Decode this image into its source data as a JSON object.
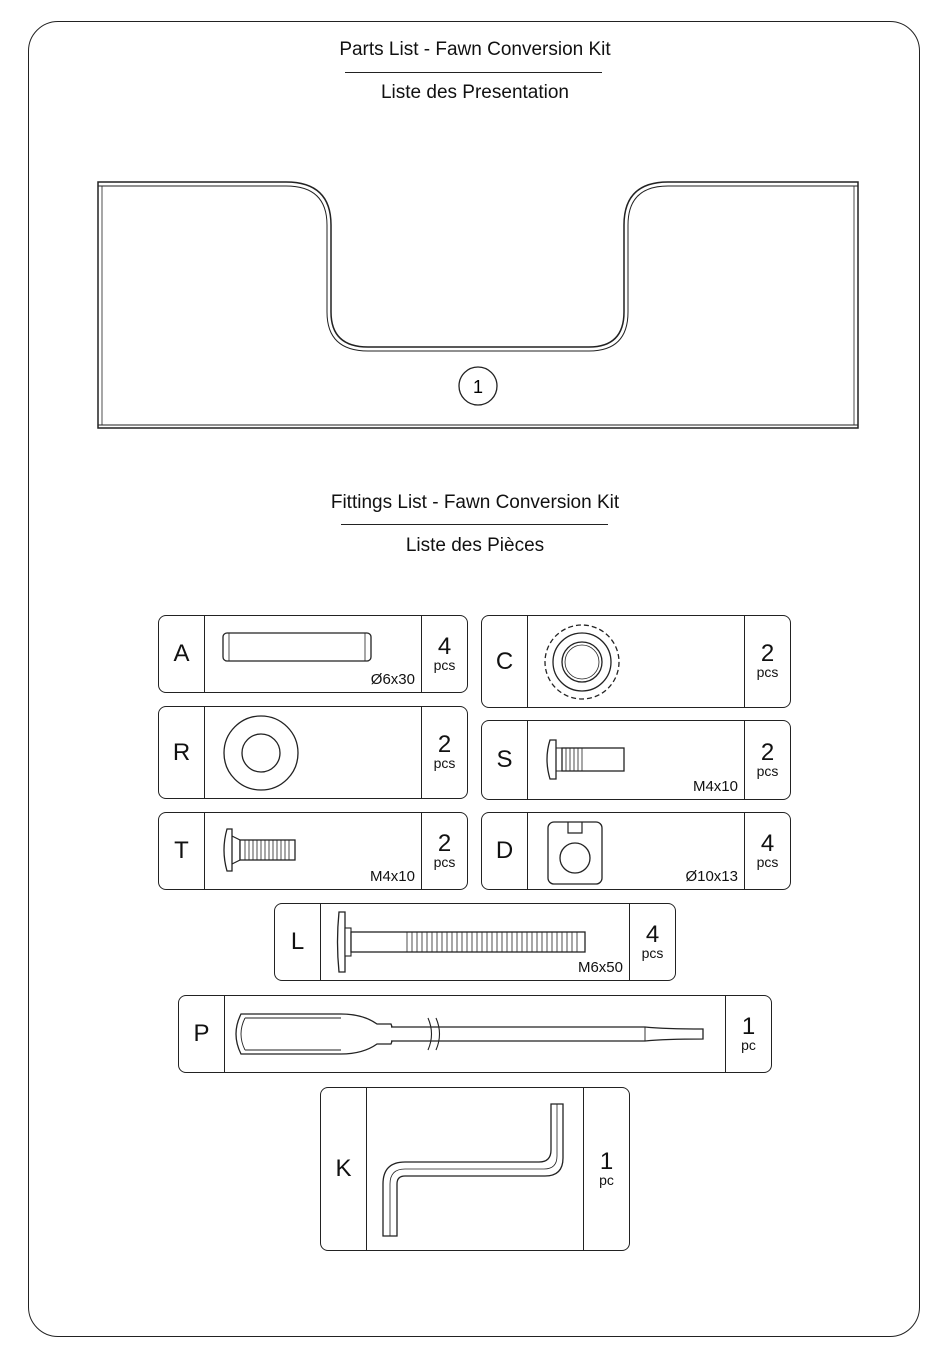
{
  "parts_list": {
    "title": "Parts List - Fawn Conversion Kit",
    "subtitle": "Liste des Presentation",
    "panel_number": "1"
  },
  "fittings_list": {
    "title": "Fittings List - Fawn Conversion Kit",
    "subtitle": "Liste des Pièces",
    "items": [
      {
        "letter": "A",
        "qty": "4",
        "unit": "pcs",
        "size": "Ø6x30",
        "icon": "dowel-icon"
      },
      {
        "letter": "C",
        "qty": "2",
        "unit": "pcs",
        "size": "",
        "icon": "serrated-nut-icon"
      },
      {
        "letter": "R",
        "qty": "2",
        "unit": "pcs",
        "size": "",
        "icon": "washer-icon"
      },
      {
        "letter": "S",
        "qty": "2",
        "unit": "pcs",
        "size": "M4x10",
        "icon": "short-bolt-icon"
      },
      {
        "letter": "T",
        "qty": "2",
        "unit": "pcs",
        "size": "M4x10",
        "icon": "screw-icon"
      },
      {
        "letter": "D",
        "qty": "4",
        "unit": "pcs",
        "size": "Ø10x13",
        "icon": "barrel-nut-icon"
      },
      {
        "letter": "L",
        "qty": "4",
        "unit": "pcs",
        "size": "M6x50",
        "icon": "bolt-icon"
      },
      {
        "letter": "P",
        "qty": "1",
        "unit": "pc",
        "size": "",
        "icon": "screwdriver-icon"
      },
      {
        "letter": "K",
        "qty": "1",
        "unit": "pc",
        "size": "",
        "icon": "allen-key-icon"
      }
    ]
  }
}
